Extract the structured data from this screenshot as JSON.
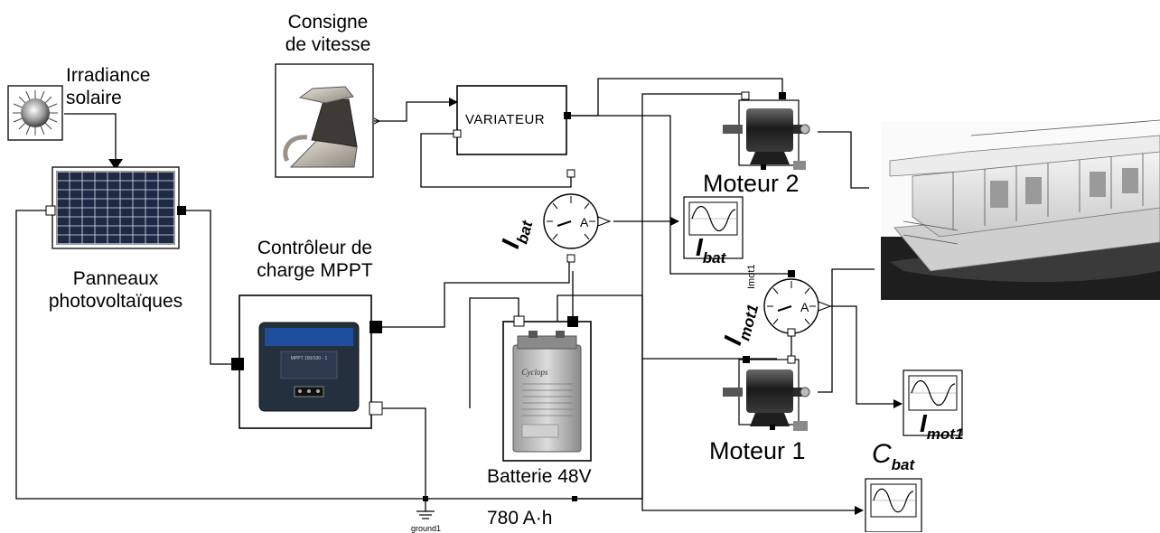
{
  "labels": {
    "irradiance": "Irradiance\nsolaire",
    "consigne": "Consigne\nde vitesse",
    "variateur": "VARIATEUR",
    "panneaux": "Panneaux\nphotovoltaïques",
    "controleur": "Contrôleur de\ncharge MPPT",
    "batterie": "Batterie 48V",
    "capacite": "780 A·h",
    "moteur1": "Moteur 1",
    "moteur2": "Moteur 2",
    "ground": "ground1",
    "imot1_small": "Imot1",
    "ammeter_letter": "A"
  },
  "measurements": {
    "ibat_main": "I",
    "ibat_sub": "bat",
    "imot1_main": "I",
    "imot1_sub": "mot1",
    "scope_ibat_main": "I",
    "scope_ibat_sub": "bat",
    "scope_imot1_main": "I",
    "scope_imot1_sub": "mot1",
    "cbat_main": "C",
    "cbat_sub": "bat"
  },
  "device_text": {
    "mppt_line": "MPPT 150/100 - 1",
    "battery_brand": "Cyclops"
  },
  "colors": {
    "wire": "#000000",
    "motor_body": "#2a2a2a",
    "boat_hull": "#3a3a3a",
    "water": "#1e1e1e",
    "mppt_blue": "#1f4f9c"
  }
}
